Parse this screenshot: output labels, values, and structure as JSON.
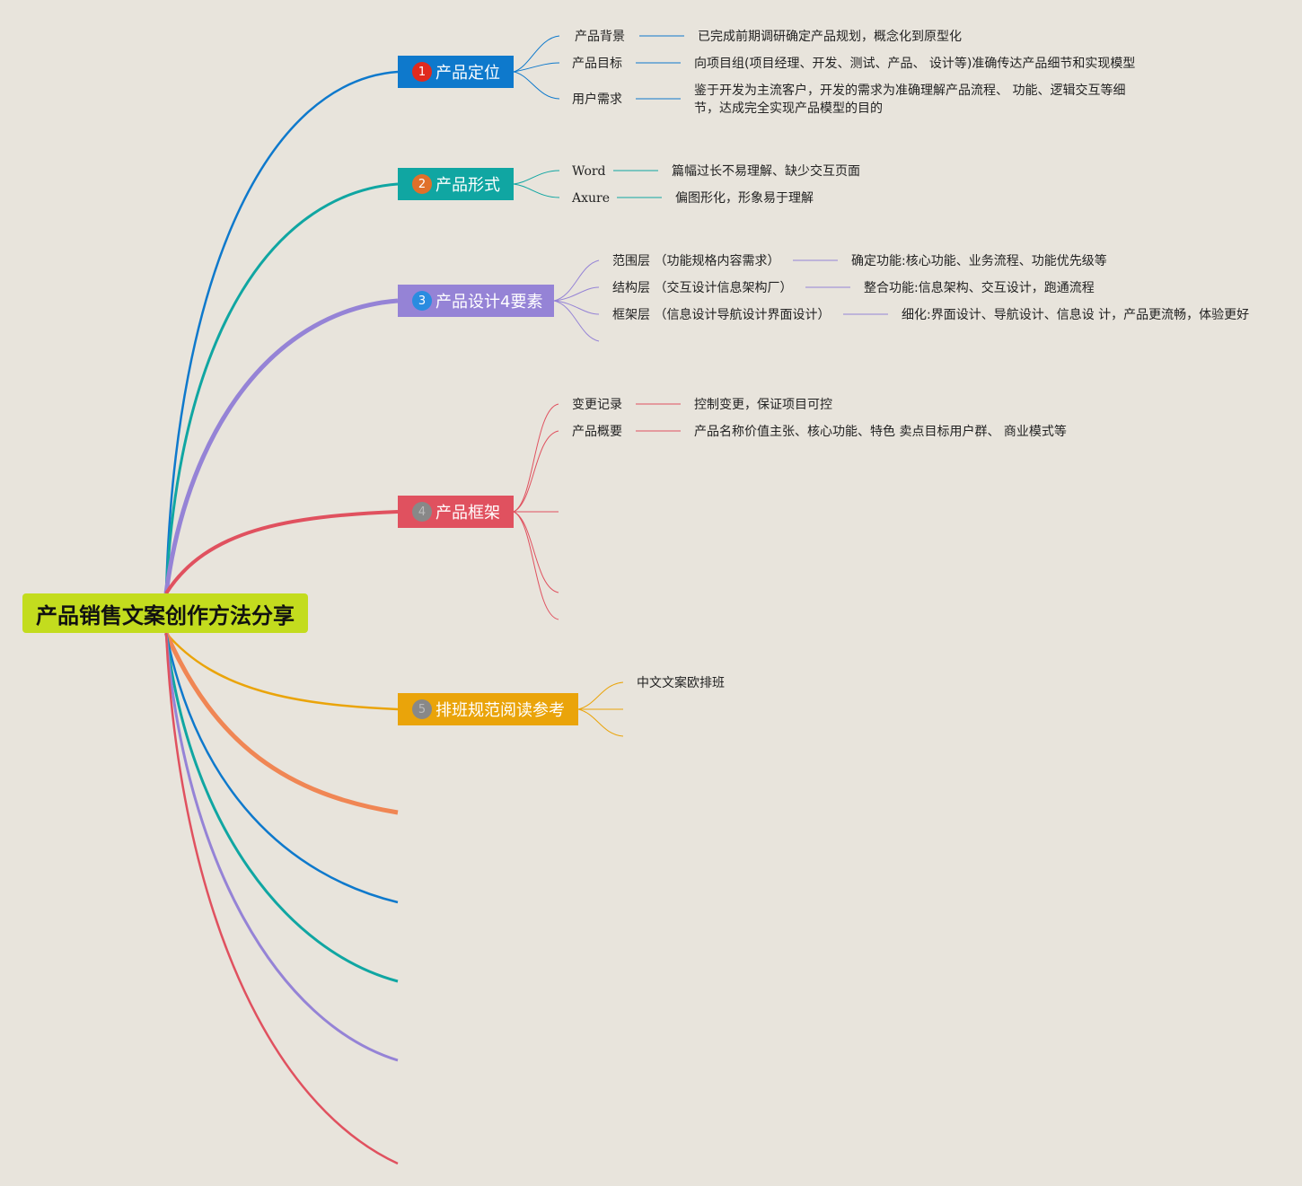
{
  "root": {
    "title": "产品销售文案创作方法分享"
  },
  "branches": [
    {
      "num": "1",
      "label": "产品定位",
      "color": "#0e79cc",
      "badge_color": "#e02a1e",
      "items": [
        {
          "key": "产品背景",
          "value": "已完成前期调研确定产品规划，概念化到原型化"
        },
        {
          "key": "产品目标",
          "value": "向项目组(项目经理、开发、测试、产品、 设计等)准确传达产品细节和实现模型"
        },
        {
          "key": "用户需求",
          "value": "鉴于开发为主流客户，开发的需求为准确理解产品流程、 功能、逻辑交互等细节，达成完全实现产品模型的目的"
        }
      ]
    },
    {
      "num": "2",
      "label": "产品形式",
      "color": "#10a6a2",
      "badge_color": "#e0702a",
      "items": [
        {
          "key": "Word",
          "value": "篇幅过长不易理解、缺少交互页面"
        },
        {
          "key": "Axure",
          "value": "偏图形化，形象易于理解"
        }
      ]
    },
    {
      "num": "3",
      "label": "产品设计4要素",
      "color": "#9583d6",
      "badge_color": "#2a8ce0",
      "items": [
        {
          "key": "范围层 （功能规格内容需求）",
          "value": "确定功能:核心功能、业务流程、功能优先级等"
        },
        {
          "key": "结构层 （交互设计信息架构厂）",
          "value": "整合功能:信息架构、交互设计，跑通流程"
        },
        {
          "key": "框架层 （信息设计导航设计界面设计）",
          "value": "细化:界面设计、导航设计、信息设 计，产品更流畅，体验更好"
        }
      ]
    },
    {
      "num": "4",
      "label": "产品框架",
      "color": "#e0515f",
      "badge_color": "#888888",
      "items": [
        {
          "key": "变更记录",
          "value": "控制变更，保证项目可控"
        },
        {
          "key": "产品概要",
          "value": "产品名称价值主张、核心功能、特色 卖点目标用户群、 商业模式等"
        }
      ]
    },
    {
      "num": "5",
      "label": "排班规范阅读参考",
      "color": "#eaa40a",
      "badge_color": "#888888",
      "items": [
        {
          "key": "中文文案欧排班"
        }
      ]
    }
  ]
}
